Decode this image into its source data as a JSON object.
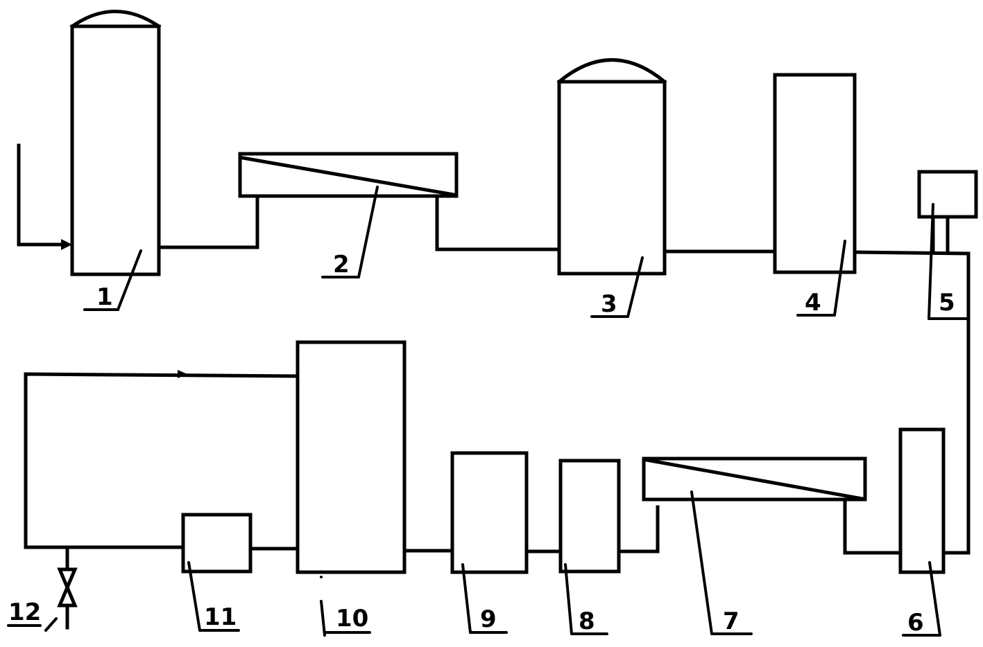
{
  "labels": {
    "l1": "1",
    "l2": "2",
    "l3": "3",
    "l4": "4",
    "l5": "5",
    "l6": "6",
    "l7": "7",
    "l8": "8",
    "l9": "9",
    "l10": "10",
    "l11": "11",
    "l12": "12"
  },
  "colors": {
    "line": "#000000",
    "background": "#ffffff"
  }
}
